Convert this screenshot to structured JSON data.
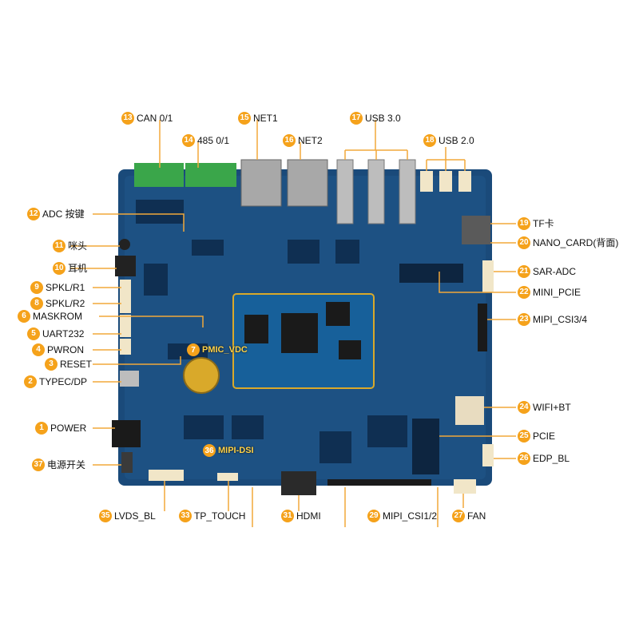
{
  "colors": {
    "board": "#1a4a7a",
    "accent": "#f5a21b",
    "line": "#f2a83a",
    "terminal": "#3aa64a"
  },
  "labels": [
    {
      "num": "13",
      "text": "CAN 0/1"
    },
    {
      "num": "14",
      "text": "485 0/1"
    },
    {
      "num": "15",
      "text": "NET1"
    },
    {
      "num": "16",
      "text": "NET2"
    },
    {
      "num": "17",
      "text": "USB 3.0"
    },
    {
      "num": "18",
      "text": "USB 2.0"
    },
    {
      "num": "12",
      "text": "ADC 按键"
    },
    {
      "num": "11",
      "text": "咪头"
    },
    {
      "num": "10",
      "text": "耳机"
    },
    {
      "num": "9",
      "text": "SPKL/R1"
    },
    {
      "num": "8",
      "text": "SPKL/R2"
    },
    {
      "num": "6",
      "text": "MASKROM"
    },
    {
      "num": "5",
      "text": "UART232"
    },
    {
      "num": "4",
      "text": "PWRON"
    },
    {
      "num": "3",
      "text": "RESET"
    },
    {
      "num": "2",
      "text": "TYPEC/DP"
    },
    {
      "num": "1",
      "text": "POWER"
    },
    {
      "num": "37",
      "text": "电源开关"
    },
    {
      "num": "35",
      "text": "LVDS_BL"
    },
    {
      "num": "33",
      "text": "TP_TOUCH"
    },
    {
      "num": "31",
      "text": "HDMI"
    },
    {
      "num": "29",
      "text": "MIPI_CSI1/2"
    },
    {
      "num": "27",
      "text": "FAN"
    },
    {
      "num": "19",
      "text": "TF卡"
    },
    {
      "num": "20",
      "text": "NANO_CARD(背面)"
    },
    {
      "num": "21",
      "text": "SAR-ADC"
    },
    {
      "num": "22",
      "text": "MINI_PCIE"
    },
    {
      "num": "23",
      "text": "MIPI_CSI3/4"
    },
    {
      "num": "24",
      "text": "WIFI+BT"
    },
    {
      "num": "25",
      "text": "PCIE"
    },
    {
      "num": "26",
      "text": "EDP_BL"
    }
  ],
  "onboard": [
    {
      "num": "7",
      "text": "PMIC_VDC"
    },
    {
      "num": "36",
      "text": "MIPI-DSI"
    }
  ]
}
